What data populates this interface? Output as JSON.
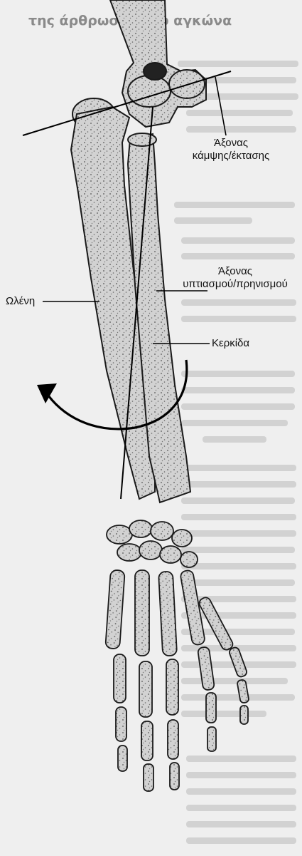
{
  "page_heading": "της άρθρωσης του αγκώνα",
  "labels": {
    "flexion_axis_line1": "Άξονας",
    "flexion_axis_line2": "κάμψης/έκτασης",
    "pronation_axis_line1": "Άξονας",
    "pronation_axis_line2": "υπτιασμού/πρηνισμού",
    "ulna": "Ωλένη",
    "radius": "Κερκίδα"
  },
  "colors": {
    "background": "#efefef",
    "bone_fill": "#d2d2d2",
    "bone_stroke": "#1a1a1a",
    "text": "#111111"
  }
}
